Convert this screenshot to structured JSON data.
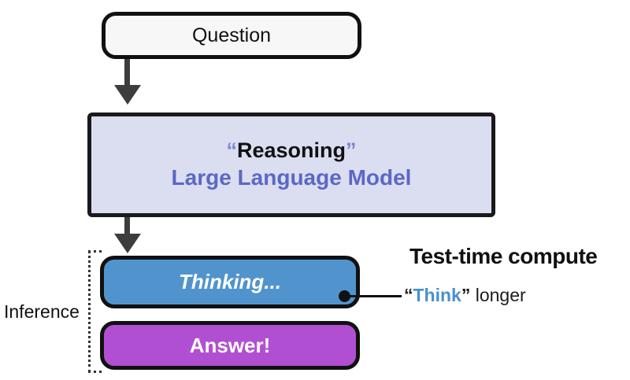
{
  "diagram": {
    "question_box": {
      "label": "Question"
    },
    "llm_box": {
      "quoted_line": {
        "open_quote": "“",
        "word": "Reasoning",
        "close_quote": "”"
      },
      "subtitle": "Large Language Model"
    },
    "thinking_box": {
      "label": "Thinking..."
    },
    "answer_box": {
      "label": "Answer!"
    },
    "inference_label": "Inference",
    "annotations": {
      "heading": "Test-time compute",
      "think_note": {
        "open_quote": "“",
        "word": "Think",
        "close_quote": "”",
        "suffix": " longer"
      }
    }
  },
  "colors": {
    "question_fill": "#f7f7f7",
    "llm_fill": "#dbdef1",
    "llm_subtitle_text": "#5b68c4",
    "llm_quote_accent": "#7b85d4",
    "thinking_fill": "#5194cd",
    "answer_fill": "#b14fd2",
    "think_word_text": "#4a90cd",
    "arrow": "#3d3d3d",
    "box_border": "#111111"
  }
}
